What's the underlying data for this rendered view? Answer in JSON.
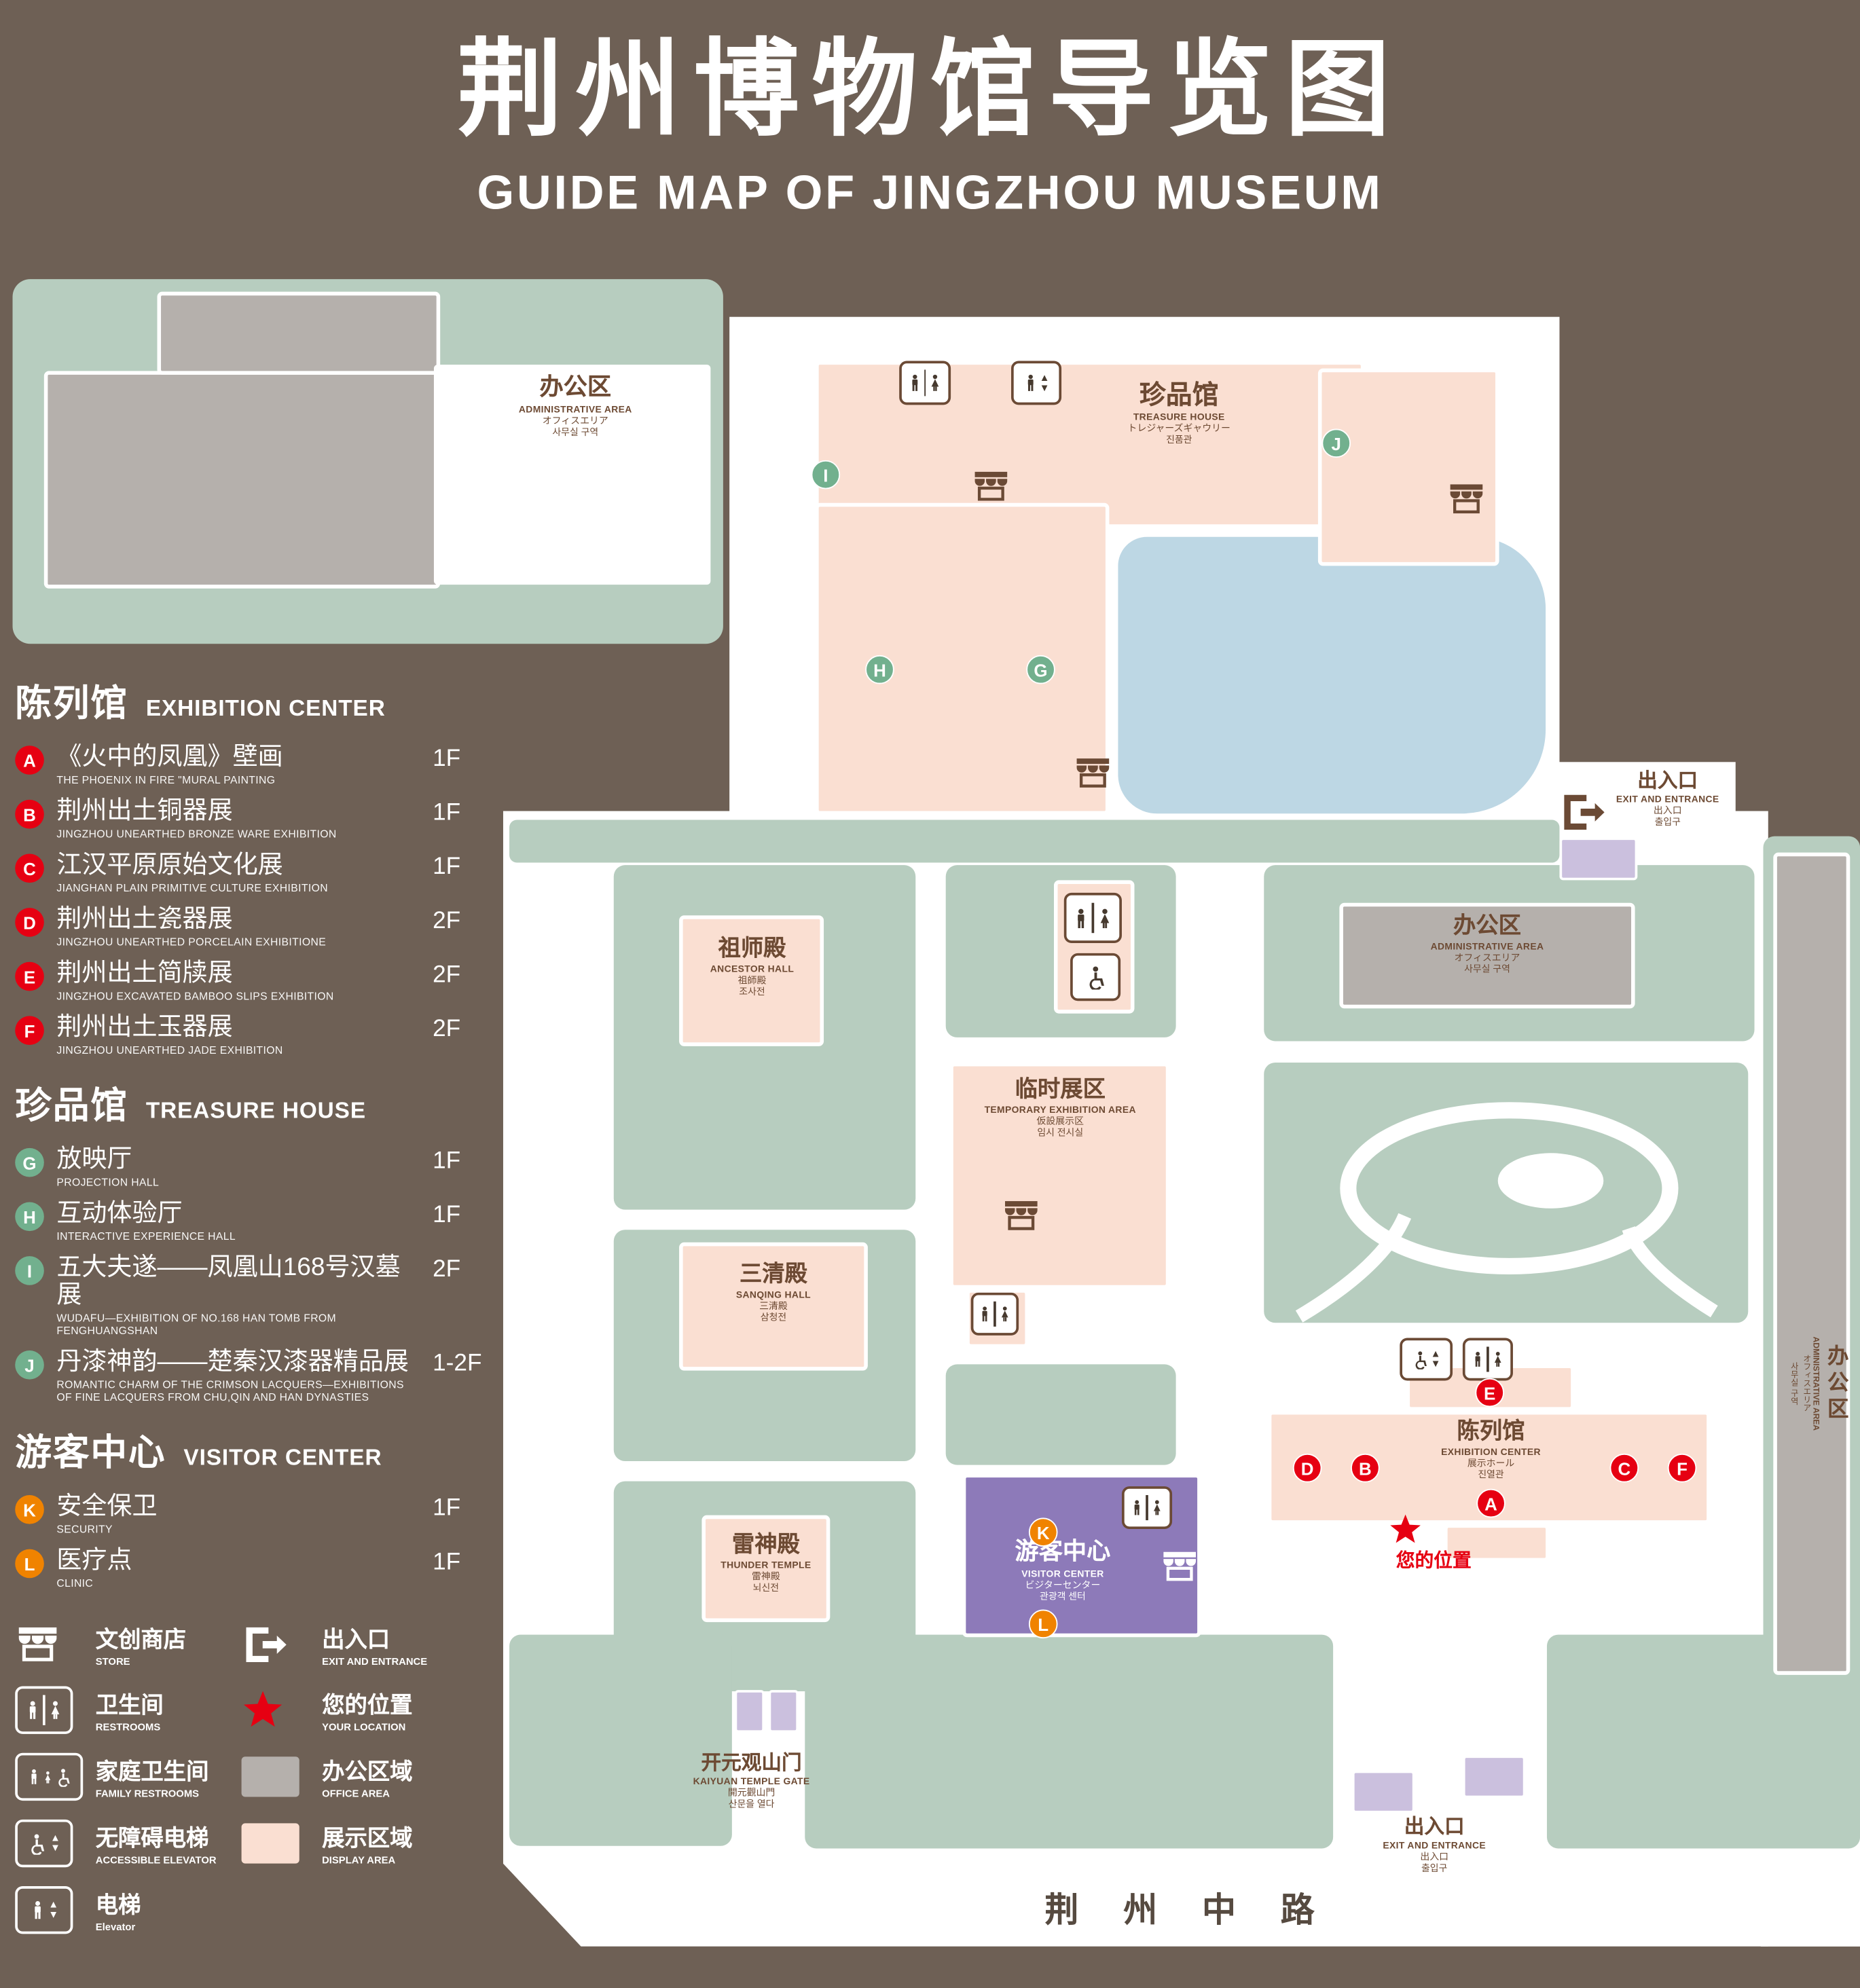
{
  "title": {
    "zh": "荆州博物馆导览图",
    "en": "GUIDE MAP OF JINGZHOU MUSEUM"
  },
  "colors": {
    "background": "#6e6055",
    "landscape_green": "#b7cdbf",
    "display_pink": "#fadfd2",
    "office_gray": "#b5b0ac",
    "visitor_purple": "#8d7ab9",
    "entrance_lilac": "#cbc0de",
    "pond_blue": "#bdd7e4",
    "label_brown": "#6d4a33",
    "badge_red": "#e60012",
    "badge_green": "#72b08e",
    "badge_orange": "#f08300",
    "star_red": "#e60012"
  },
  "sidebar": {
    "sections": [
      {
        "zh": "陈列馆",
        "en": "EXHIBITION CENTER",
        "badge_color": "#e60012",
        "items": [
          {
            "badge": "A",
            "zh": "《火中的凤凰》壁画",
            "en": "THE PHOENIX IN FIRE \"MURAL PAINTING",
            "floor": "1F"
          },
          {
            "badge": "B",
            "zh": "荆州出土铜器展",
            "en": "JINGZHOU UNEARTHED BRONZE WARE EXHIBITION",
            "floor": "1F"
          },
          {
            "badge": "C",
            "zh": "江汉平原原始文化展",
            "en": "JIANGHAN PLAIN PRIMITIVE CULTURE EXHIBITION",
            "floor": "1F"
          },
          {
            "badge": "D",
            "zh": "荆州出土瓷器展",
            "en": "JINGZHOU UNEARTHED PORCELAIN EXHIBITIONE",
            "floor": "2F"
          },
          {
            "badge": "E",
            "zh": "荆州出土简牍展",
            "en": "JINGZHOU EXCAVATED BAMBOO SLIPS EXHIBITION",
            "floor": "2F"
          },
          {
            "badge": "F",
            "zh": "荆州出土玉器展",
            "en": "JINGZHOU UNEARTHED JADE EXHIBITION",
            "floor": "2F"
          }
        ]
      },
      {
        "zh": "珍品馆",
        "en": "TREASURE HOUSE",
        "badge_color": "#72b08e",
        "items": [
          {
            "badge": "G",
            "zh": "放映厅",
            "en": "PROJECTION HALL",
            "floor": "1F"
          },
          {
            "badge": "H",
            "zh": "互动体验厅",
            "en": "INTERACTIVE EXPERIENCE HALL",
            "floor": "1F"
          },
          {
            "badge": "I",
            "zh": "五大夫遂——凤凰山168号汉墓展",
            "en": "WUDAFU—EXHIBITION OF NO.168 HAN TOMB FROM FENGHUANGSHAN",
            "floor": "2F"
          },
          {
            "badge": "J",
            "zh": "丹漆神韵——楚秦汉漆器精品展",
            "en": "ROMANTIC CHARM OF THE CRIMSON LACQUERS—EXHIBITIONS OF FINE LACQUERS FROM CHU,QIN AND HAN DYNASTIES",
            "floor": "1-2F"
          }
        ]
      },
      {
        "zh": "游客中心",
        "en": "VISITOR CENTER",
        "badge_color": "#f08300",
        "items": [
          {
            "badge": "K",
            "zh": "安全保卫",
            "en": "SECURITY",
            "floor": "1F"
          },
          {
            "badge": "L",
            "zh": "医疗点",
            "en": "CLINIC",
            "floor": "1F"
          }
        ]
      }
    ],
    "legend": [
      {
        "icon": "store-icon",
        "zh": "文创商店",
        "en": "STORE"
      },
      {
        "icon": "exit-icon",
        "zh": "出入口",
        "en": "EXIT AND ENTRANCE"
      },
      {
        "icon": "restroom-icon",
        "zh": "卫生间",
        "en": "RESTROOMS"
      },
      {
        "icon": "location-star-icon",
        "zh": "您的位置",
        "en": "YOUR LOCATION"
      },
      {
        "icon": "family-restroom-icon",
        "zh": "家庭卫生间",
        "en": "FAMILY RESTROOMS"
      },
      {
        "icon": "office-area-swatch",
        "zh": "办公区域",
        "en": "OFFICE AREA"
      },
      {
        "icon": "accessible-elevator-icon",
        "zh": "无障碍电梯",
        "en": "ACCESSIBLE ELEVATOR"
      },
      {
        "icon": "display-area-swatch",
        "zh": "展示区域",
        "en": "DISPLAY AREA"
      },
      {
        "icon": "elevator-icon",
        "zh": "电梯",
        "en": "Elevator"
      }
    ]
  },
  "map": {
    "icons": [
      "restroom-icon",
      "elevator-icon",
      "store-icon",
      "accessible-restroom-icon",
      "accessible-elevator-icon",
      "exit-icon",
      "location-star-icon"
    ],
    "labels": {
      "admin_top_left": {
        "zh": "办公区",
        "en": "ADMINISTRATIVE AREA",
        "ja": "オフィスエリア",
        "ko": "사무실 구역"
      },
      "treasure_house": {
        "zh": "珍品馆",
        "en": "TREASURE HOUSE",
        "ja": "トレジャーズギャウリー",
        "ko": "진품관"
      },
      "exit_right": {
        "zh": "出入口",
        "en": "EXIT AND ENTRANCE",
        "ja": "出入口",
        "ko": "출입구"
      },
      "ancestor_hall": {
        "zh": "祖师殿",
        "en": "ANCESTOR HALL",
        "ja": "祖師殿",
        "ko": "조사전"
      },
      "admin_center": {
        "zh": "办公区",
        "en": "ADMINISTRATIVE AREA",
        "ja": "オフィスエリア",
        "ko": "사무실 구역"
      },
      "temporary_exhibition": {
        "zh": "临时展区",
        "en": "TEMPORARY EXHIBITION AREA",
        "ja": "仮設展示区",
        "ko": "임시 전시실"
      },
      "sanqing_hall": {
        "zh": "三清殿",
        "en": "SANQING HALL",
        "ja": "三清殿",
        "ko": "삼청전"
      },
      "exhibition_center": {
        "zh": "陈列馆",
        "en": "EXHIBITION CENTER",
        "ja": "展示ホール",
        "ko": "진열관"
      },
      "thunder_temple": {
        "zh": "雷神殿",
        "en": "THUNDER TEMPLE",
        "ja": "雷神殿",
        "ko": "뇌신전"
      },
      "visitor_center": {
        "zh": "游客中心",
        "en": "VISITOR CENTER",
        "ja": "ビジターセンター",
        "ko": "관광객 센터"
      },
      "admin_right": {
        "zh": "办公区",
        "en": "ADMINISTRATIVE AREA",
        "ja": "オフィスエリア",
        "ko": "사무실 구역"
      },
      "exit_bottom": {
        "zh": "出入口",
        "en": "EXIT AND ENTRANCE",
        "ja": "出入口",
        "ko": "출입구"
      },
      "kaiyuan_gate": {
        "zh": "开元观山门",
        "en": "KAIYUAN TEMPLE GATE",
        "ja": "開元觀山門",
        "ko": "산문을 열다"
      },
      "your_location": {
        "zh": "您的位置"
      },
      "road": {
        "zh": "荆 州 中 路"
      }
    },
    "markers": [
      {
        "letter": "I",
        "group": "treasure-house"
      },
      {
        "letter": "J",
        "group": "treasure-house"
      },
      {
        "letter": "H",
        "group": "treasure-house"
      },
      {
        "letter": "G",
        "group": "treasure-house"
      },
      {
        "letter": "E",
        "group": "exhibition-center"
      },
      {
        "letter": "D",
        "group": "exhibition-center"
      },
      {
        "letter": "B",
        "group": "exhibition-center"
      },
      {
        "letter": "C",
        "group": "exhibition-center"
      },
      {
        "letter": "F",
        "group": "exhibition-center"
      },
      {
        "letter": "A",
        "group": "exhibition-center"
      },
      {
        "letter": "K",
        "group": "visitor-center"
      },
      {
        "letter": "L",
        "group": "visitor-center"
      }
    ]
  }
}
